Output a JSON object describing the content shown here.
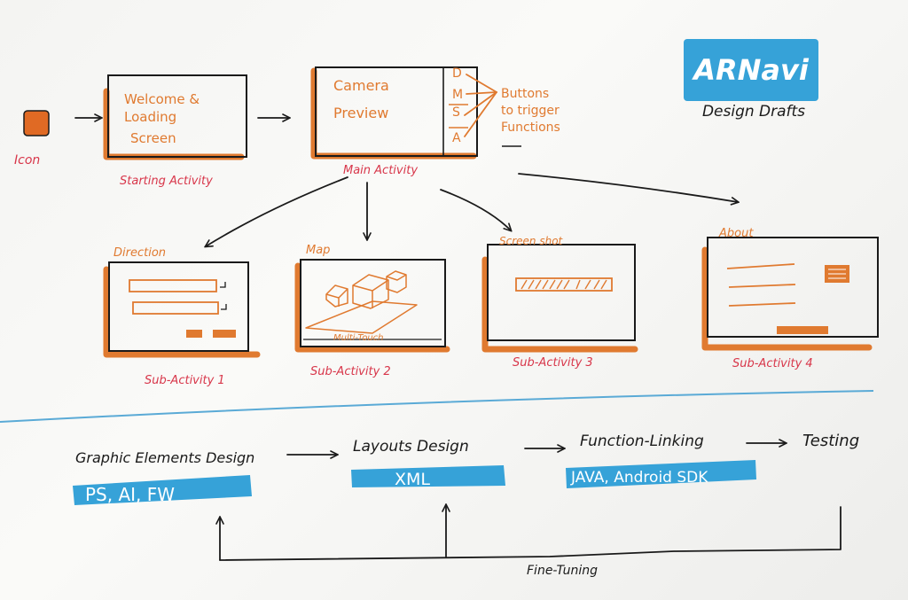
{
  "logo": {
    "title": "ARNavi",
    "subtitle": "Design Drafts",
    "bg_color": "#36a2d8"
  },
  "icon_node": {
    "label": "Icon"
  },
  "starting": {
    "text_lines": [
      "Welcome &",
      "Loading",
      "Screen"
    ],
    "caption": "Starting Activity"
  },
  "main": {
    "text_lines": [
      "Camera",
      "Preview"
    ],
    "buttons": [
      "D",
      "M",
      "S",
      "A"
    ],
    "caption": "Main Activity",
    "annotation_lines": [
      "Buttons",
      "to trigger",
      "Functions"
    ]
  },
  "sub_activities": [
    {
      "title": "Direction",
      "caption": "Sub-Activity 1"
    },
    {
      "title": "Map",
      "caption": "Sub-Activity 2",
      "inner_label": "Multi-Touch"
    },
    {
      "title": "Screen shot",
      "caption": "Sub-Activity 3"
    },
    {
      "title": "About",
      "caption": "Sub-Activity 4"
    }
  ],
  "workflow": {
    "steps": [
      "Graphic Elements Design",
      "Layouts Design",
      "Function-Linking",
      "Testing"
    ],
    "tools": [
      "PS, AI, FW",
      "XML",
      "JAVA, Android SDK"
    ],
    "feedback_label": "Fine-Tuning",
    "accent_color": "#36a2d8",
    "divider_color": "#5aaad6"
  }
}
